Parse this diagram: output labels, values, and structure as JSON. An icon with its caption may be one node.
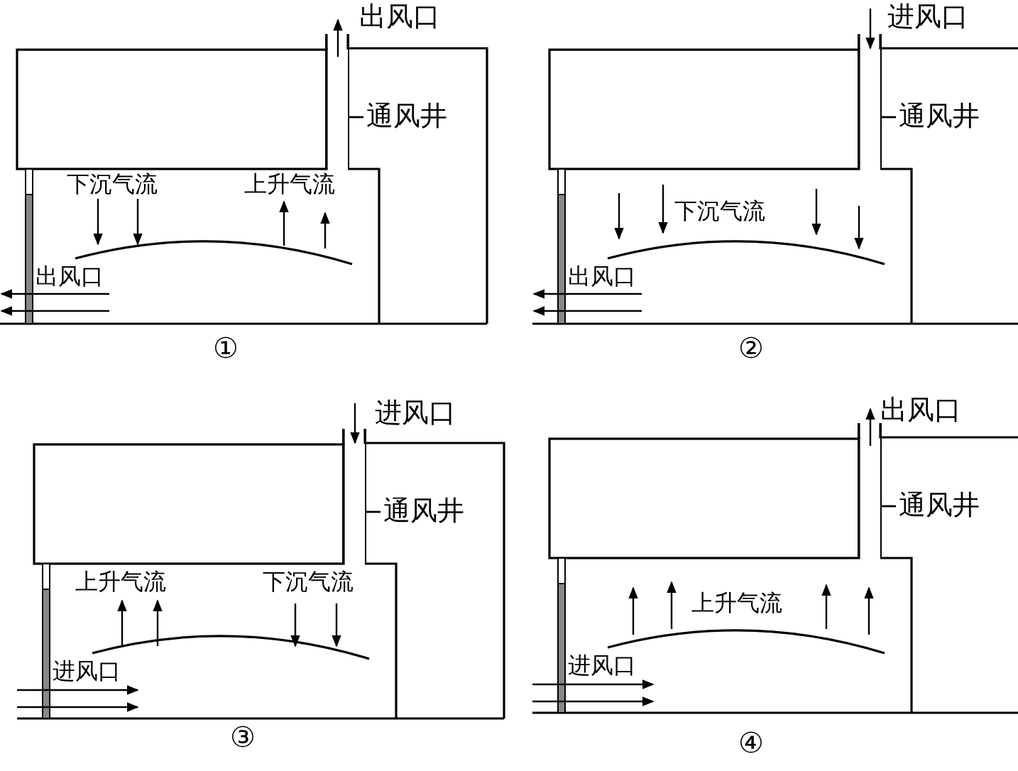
{
  "diagram": {
    "nodes": [
      {
        "text": [
          "通风井"
        ]
      },
      {
        "text": [],
        "shape": "box"
      },
      {
        "text": [
          "通风井"
        ]
      },
      {
        "text": [],
        "shape": "box"
      },
      {
        "text": [
          "通风井"
        ]
      },
      {
        "text": [],
        "shape": "box"
      },
      {
        "text": [
          "通风井"
        ]
      },
      {
        "text": [],
        "shape": "box"
      }
    ],
    "edges": [
      {
        "from": 0,
        "to": 1,
        "arrow": "none"
      },
      {
        "from": 2,
        "to": 3,
        "arrow": "none"
      },
      {
        "from": 4,
        "to": 5,
        "arrow": "none"
      },
      {
        "from": 6,
        "to": 7,
        "arrow": "none"
      }
    ],
    "labels": [
      "出风口",
      "下沉气流",
      "上升气流",
      "出风口",
      "①",
      "进风口",
      "下沉气流",
      "出风口",
      "②",
      "进风口",
      "上升气流",
      "下沉气流",
      "进风口",
      "③",
      "出风口",
      "上升气流",
      "进风口",
      "④"
    ]
  }
}
